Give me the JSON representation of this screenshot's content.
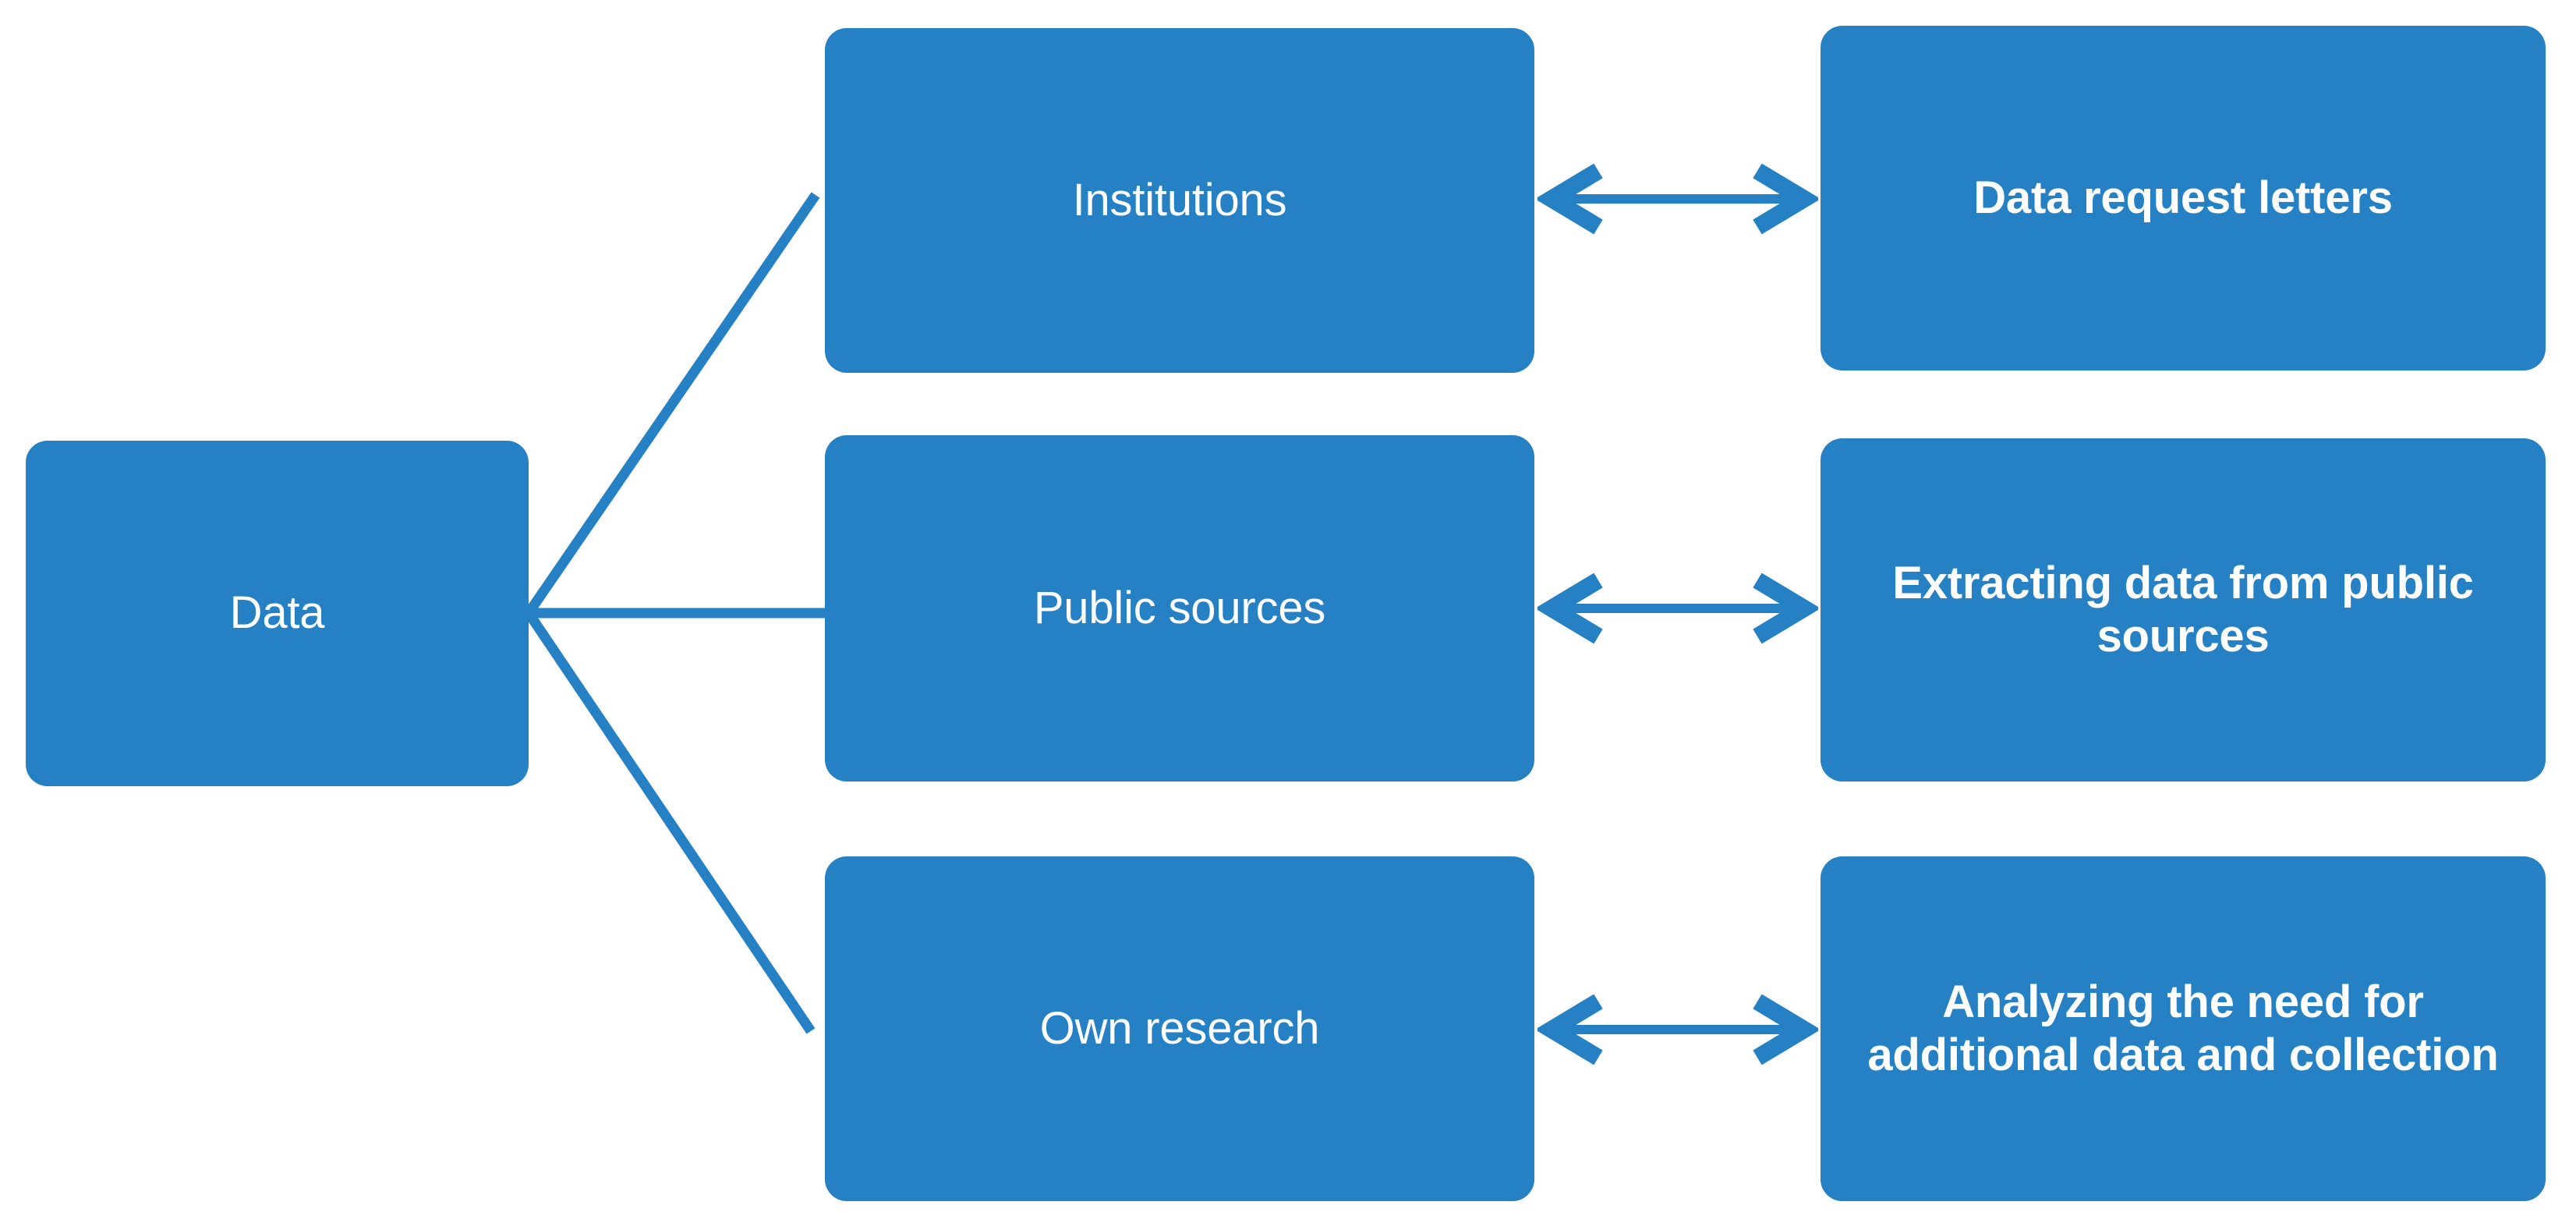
{
  "theme": {
    "box_fill": "#2581c4",
    "connector_color": "#2581c4",
    "text_color": "#ffffff",
    "background": "#ffffff"
  },
  "diagram": {
    "type": "flow-diagram",
    "source": {
      "id": "data",
      "label": "Data"
    },
    "branches": [
      {
        "id": "institutions",
        "source_label": "Institutions",
        "target_label": "Data request letters",
        "link": "double-arrow"
      },
      {
        "id": "public-sources",
        "source_label": "Public sources",
        "target_label": "Extracting data from public sources",
        "link": "double-arrow"
      },
      {
        "id": "own-research",
        "source_label": "Own research",
        "target_label": "Analyzing the need for additional data and collection",
        "link": "double-arrow"
      }
    ],
    "connector_icons": {
      "branch_line": "branch-line-icon",
      "bidirectional": "double-headed-arrow-icon"
    }
  }
}
